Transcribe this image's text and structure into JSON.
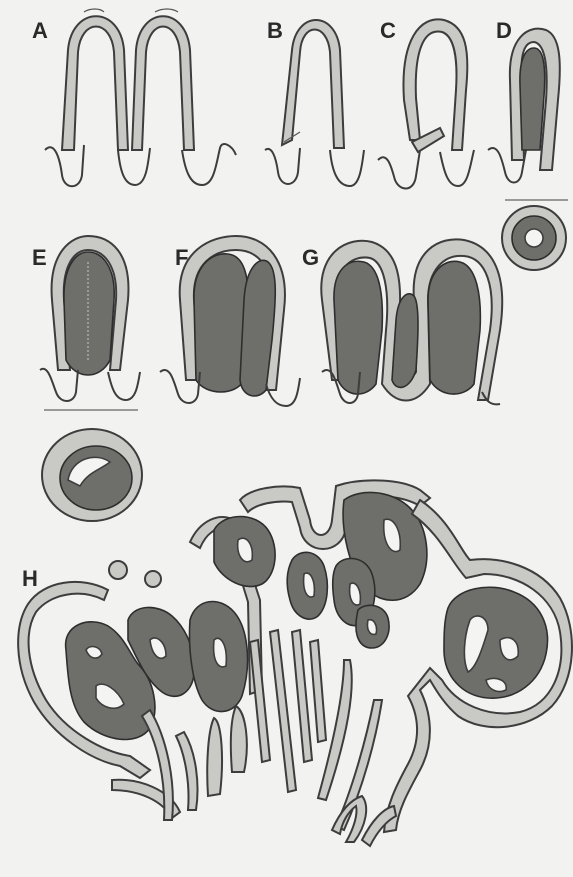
{
  "panels": {
    "a": {
      "label": "A"
    },
    "b": {
      "label": "B"
    },
    "c": {
      "label": "C"
    },
    "d": {
      "label": "D"
    },
    "e": {
      "label": "E"
    },
    "f": {
      "label": "F"
    },
    "g": {
      "label": "G"
    },
    "h": {
      "label": "H"
    }
  },
  "colors": {
    "background": "#f2f2f0",
    "tissue_wall": "#c9c9c6",
    "epithelium": "#6e6e6a",
    "outline": "#3d3d3d"
  }
}
